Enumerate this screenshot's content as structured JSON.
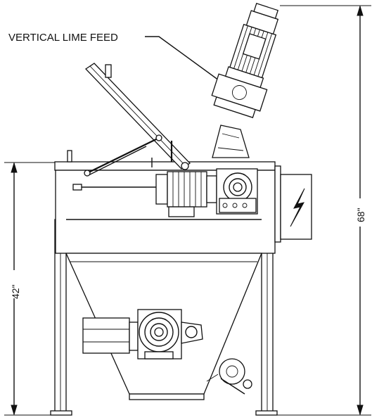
{
  "callout": {
    "text": "VERTICAL LIME FEED"
  },
  "dimensions": {
    "height_to_top": "42\"",
    "overall_height": "68\""
  },
  "icons": {
    "electrical_box": "lightning-bolt-icon"
  }
}
